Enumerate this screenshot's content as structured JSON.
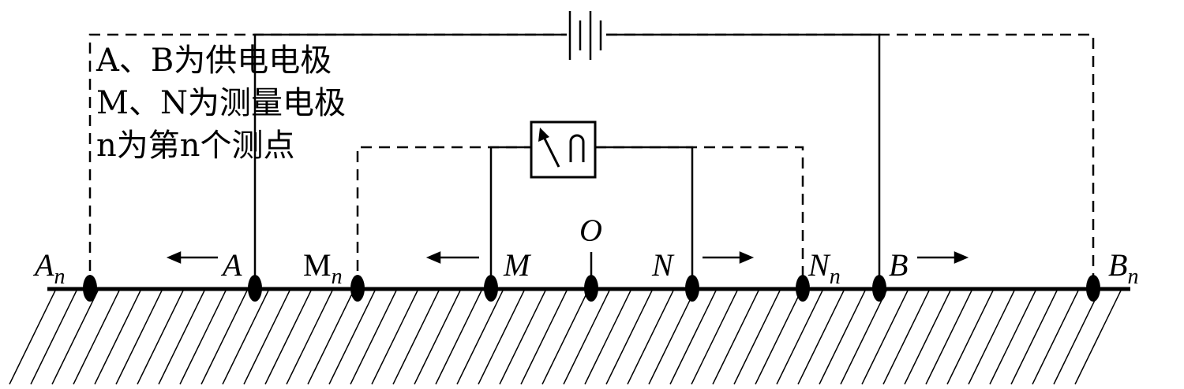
{
  "legend": {
    "line1": "A、B为供电电极",
    "line2": "M、N为测量电极",
    "line3": "n为第n个测点"
  },
  "labels": {
    "An_main": "A",
    "An_sub": "n",
    "A": "A",
    "Mn_main": "M",
    "Mn_sub": "n",
    "M": "M",
    "O": "O",
    "N": "N",
    "Nn_main": "N",
    "Nn_sub": "n",
    "B": "B",
    "Bn_main": "B",
    "Bn_sub": "n"
  },
  "icons": {
    "battery": "battery-icon",
    "meter": "galvanometer-icon",
    "ground": "ground-hatch"
  }
}
